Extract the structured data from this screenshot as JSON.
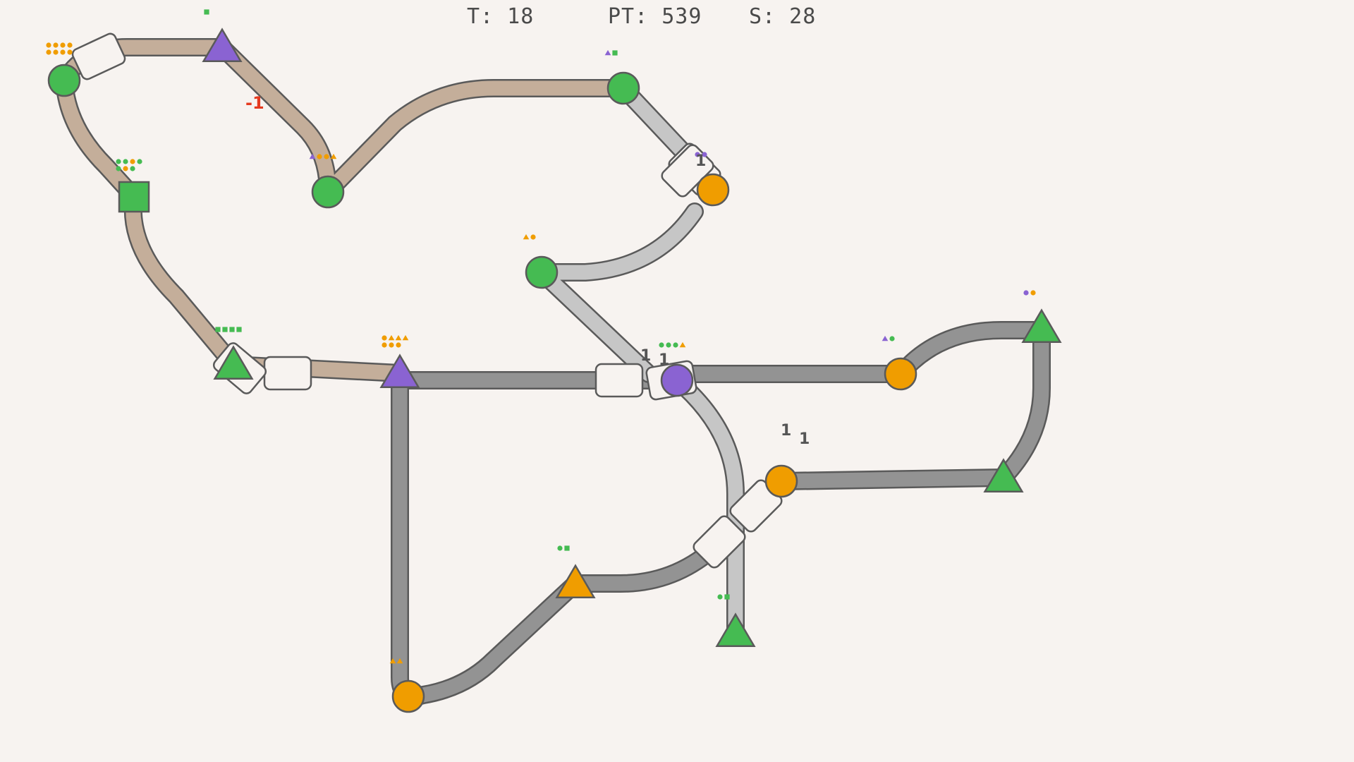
{
  "hud": {
    "time": "T: 18",
    "points": "PT: 539",
    "score": "S: 28"
  },
  "penalty_popup": "-1",
  "train_count_labels": [
    "1",
    "1",
    "1",
    "1",
    "1"
  ],
  "colors": {
    "background": "#f7f3f0",
    "line_tan": "#c4ae9a",
    "line_dark": "#939393",
    "line_light": "#c6c6c6",
    "outline": "#5a5a5a",
    "green": "#45bb52",
    "purple": "#8a63d2",
    "orange": "#f09d00",
    "train": "#f7f3f0"
  },
  "stations": [
    {
      "shape": "circle",
      "color": "green",
      "waiting": [
        "circle-orange",
        "circle-orange",
        "circle-orange",
        "circle-orange",
        "circle-orange",
        "circle-orange",
        "circle-orange",
        "circle-orange"
      ]
    },
    {
      "shape": "triangle",
      "color": "purple",
      "waiting": [
        "square-green"
      ]
    },
    {
      "shape": "circle",
      "color": "green",
      "waiting": [
        "triangle-purple",
        "circle-orange",
        "circle-orange",
        "triangle-orange"
      ]
    },
    {
      "shape": "circle",
      "color": "green",
      "waiting": [
        "triangle-purple",
        "square-green"
      ]
    },
    {
      "shape": "circle",
      "color": "orange",
      "waiting": [
        "circle-purple",
        "circle-purple"
      ]
    },
    {
      "shape": "square",
      "color": "green",
      "waiting": [
        "circle-green",
        "circle-green",
        "circle-orange",
        "circle-green",
        "circle-green",
        "circle-orange",
        "circle-green"
      ]
    },
    {
      "shape": "circle",
      "color": "green",
      "waiting": [
        "triangle-orange",
        "circle-orange"
      ]
    },
    {
      "shape": "triangle",
      "color": "green",
      "waiting": [
        "square-green",
        "square-green",
        "square-green",
        "square-green"
      ]
    },
    {
      "shape": "triangle",
      "color": "purple",
      "waiting": [
        "circle-orange",
        "triangle-orange",
        "triangle-orange",
        "triangle-orange",
        "circle-orange",
        "circle-orange",
        "circle-orange"
      ]
    },
    {
      "shape": "circle",
      "color": "purple",
      "waiting": [
        "circle-green",
        "circle-green",
        "circle-green",
        "triangle-orange"
      ]
    },
    {
      "shape": "circle",
      "color": "orange",
      "waiting": [
        "triangle-purple",
        "circle-green"
      ]
    },
    {
      "shape": "triangle",
      "color": "green",
      "waiting": [
        "circle-purple",
        "circle-orange"
      ]
    },
    {
      "shape": "circle",
      "color": "orange",
      "waiting": []
    },
    {
      "shape": "triangle",
      "color": "green",
      "waiting": []
    },
    {
      "shape": "triangle",
      "color": "orange",
      "waiting": [
        "circle-green",
        "square-green"
      ]
    },
    {
      "shape": "triangle",
      "color": "green",
      "waiting": [
        "circle-green",
        "square-green"
      ]
    },
    {
      "shape": "circle",
      "color": "orange",
      "waiting": [
        "triangle-orange",
        "triangle-orange"
      ]
    }
  ],
  "lines": [
    {
      "name": "tan",
      "color": "line_tan"
    },
    {
      "name": "dark",
      "color": "line_dark"
    },
    {
      "name": "light",
      "color": "line_light"
    }
  ]
}
